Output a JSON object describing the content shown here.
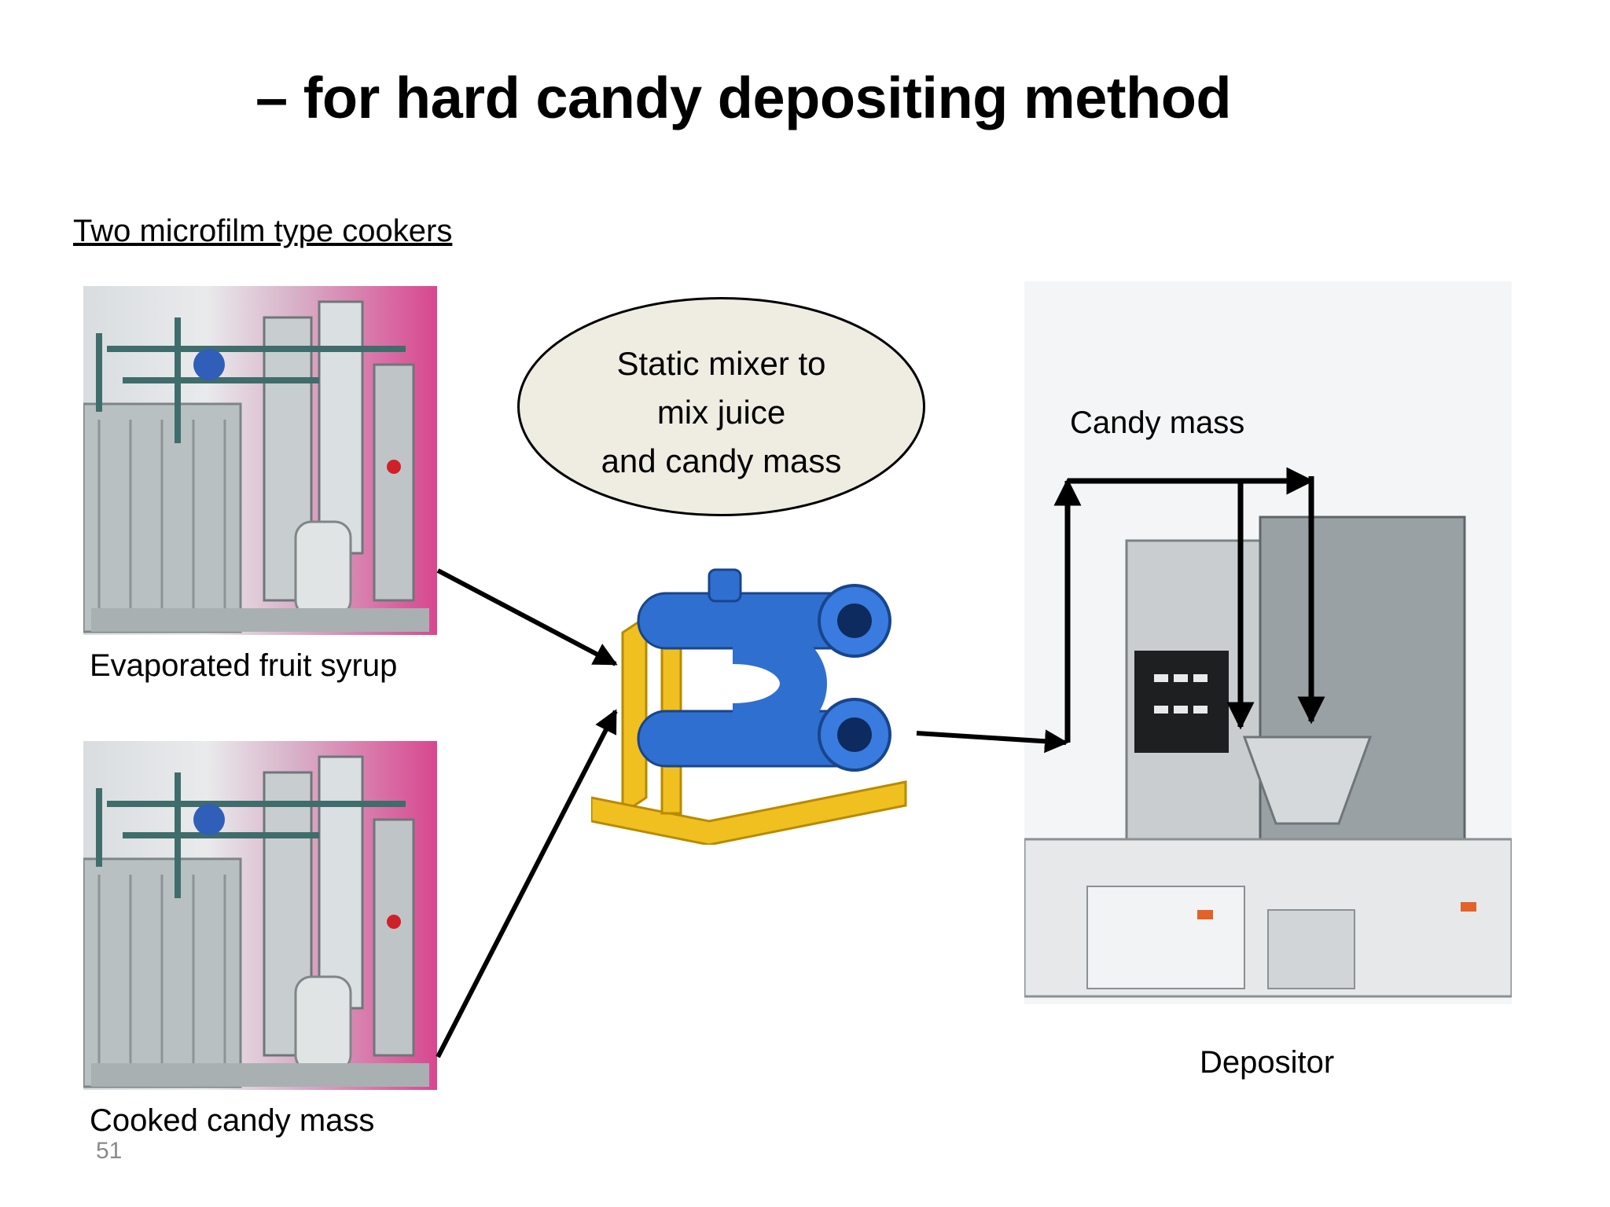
{
  "slide": {
    "title": "– for hard candy depositing method",
    "subtitle": "Two microfilm type cookers",
    "page_number": "51"
  },
  "mixer_callout": {
    "lines": [
      "Static mixer to",
      "mix juice",
      "and candy mass"
    ],
    "fill": "#efece2"
  },
  "labels": {
    "cooker_top": "Evaporated fruit syrup",
    "cooker_bottom": "Cooked candy mass",
    "candy_mass": "Candy mass",
    "depositor": "Depositor"
  },
  "photos": {
    "cooker_top": "cooker-machine-photo",
    "cooker_bottom": "cooker-machine-photo",
    "mixer": "static-mixer-photo",
    "depositor": "depositor-machine-photo"
  },
  "colors": {
    "mixer_blue": "#2f6fd0",
    "mixer_frame_yellow": "#f0c020",
    "cooker_pink": "#d8478f"
  }
}
